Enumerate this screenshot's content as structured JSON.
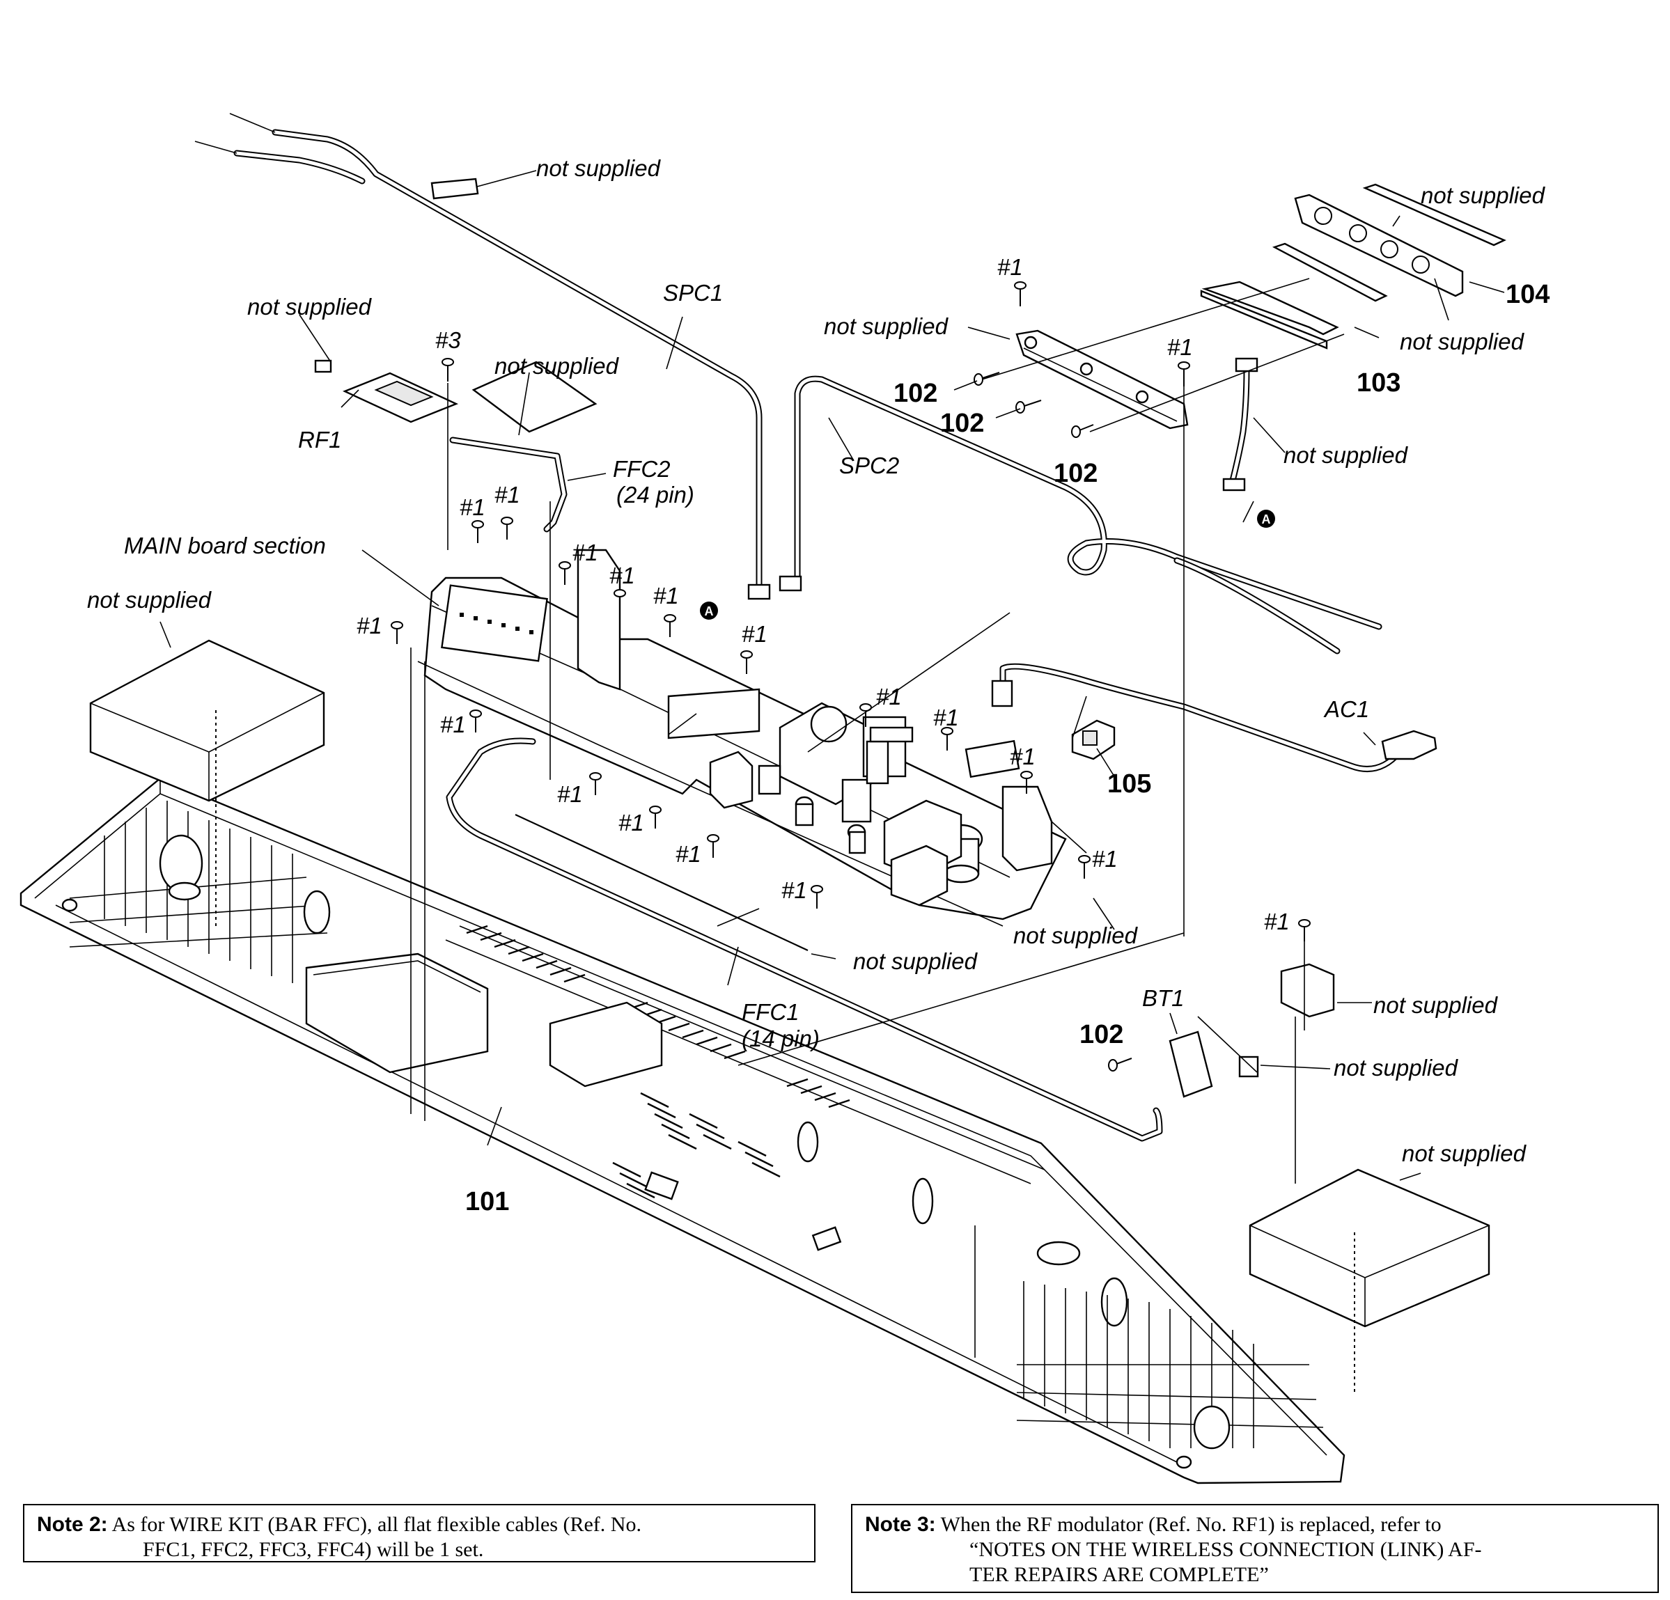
{
  "labels": {
    "not_supplied": "not supplied",
    "spc1": "SPC1",
    "spc2": "SPC2",
    "rf1": "RF1",
    "ffc2": "FFC2",
    "ffc2_pin": "(24 pin)",
    "ffc1": "FFC1",
    "ffc1_pin": "(14 pin)",
    "main_board": "MAIN board section",
    "ac1": "AC1",
    "bt1": "BT1",
    "screw1": "#1",
    "screw3": "#3",
    "connector_a": "A",
    "ref_101": "101",
    "ref_102": "102",
    "ref_103": "103",
    "ref_104": "104",
    "ref_105": "105"
  },
  "notes": {
    "note2": {
      "title": "Note 2:",
      "line1": "As for WIRE KIT (BAR FFC), all flat flexible cables (Ref. No.",
      "line2": "FFC1, FFC2, FFC3, FFC4) will be 1 set."
    },
    "note3": {
      "title": "Note 3:",
      "line1": "When the RF modulator (Ref. No. RF1) is replaced, refer to",
      "line2": "“NOTES ON THE WIRELESS CONNECTION (LINK) AF-",
      "line3": "TER REPAIRS ARE COMPLETE”"
    }
  }
}
